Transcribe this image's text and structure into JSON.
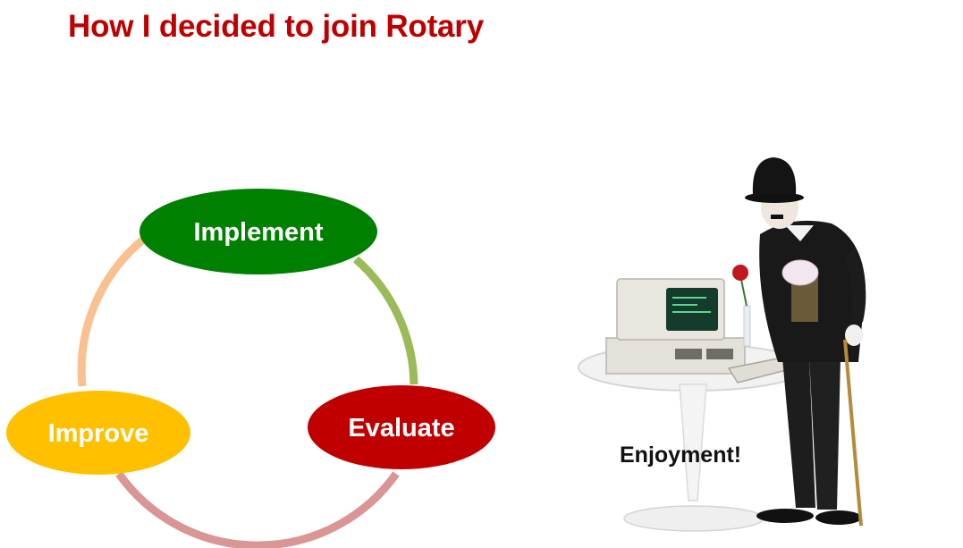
{
  "slide": {
    "title": "How I decided to join Rotary",
    "caption": "Enjoyment!"
  },
  "cycle": {
    "nodes": [
      {
        "label": "Implement",
        "color": "#008000"
      },
      {
        "label": "Evaluate",
        "color": "#c00000"
      },
      {
        "label": "Improve",
        "color": "#ffc000"
      }
    ],
    "arcs": [
      {
        "from": "Implement",
        "to": "Evaluate",
        "color": "#9bbb59"
      },
      {
        "from": "Evaluate",
        "to": "Improve",
        "color": "#d99694"
      },
      {
        "from": "Improve",
        "to": "Implement",
        "color": "#fac090"
      }
    ]
  },
  "colors": {
    "title": "#c00000"
  },
  "illustration": {
    "subject": "tramp-figure-with-vintage-computer"
  }
}
